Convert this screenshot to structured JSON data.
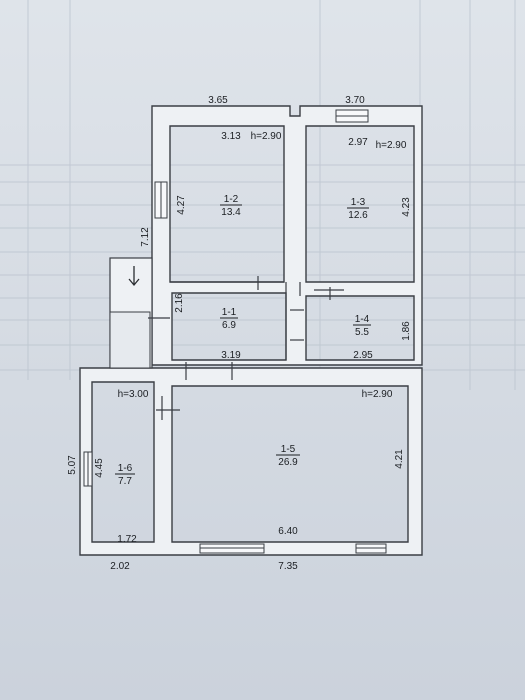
{
  "dimensions": {
    "top_left_width": "3.65",
    "top_right_width": "3.70",
    "room_1_2_top": "3.13",
    "room_1_3_top": "2.97",
    "room_1_2_side": "4.27",
    "room_1_3_side": "4.23",
    "left_tall": "7.12",
    "room_1_1_side": "2.16",
    "room_1_1_bottom": "3.19",
    "room_1_4_side": "1.86",
    "room_1_4_bottom": "2.95",
    "room_1_6_outer": "5.07",
    "room_1_6_inner": "4.45",
    "room_1_5_side": "4.21",
    "room_1_6_bottom": "1.72",
    "room_1_5_bottom": "6.40",
    "overall_left_bottom": "2.02",
    "overall_bottom": "7.35"
  },
  "heights": {
    "room_1_2": "h=2.90",
    "room_1_3": "h=2.90",
    "room_1_6": "h=3.00",
    "room_1_5": "h=2.90"
  },
  "rooms": [
    {
      "code": "1-1",
      "area": "6.9"
    },
    {
      "code": "1-2",
      "area": "13.4"
    },
    {
      "code": "1-3",
      "area": "12.6"
    },
    {
      "code": "1-4",
      "area": "5.5"
    },
    {
      "code": "1-5",
      "area": "26.9"
    },
    {
      "code": "1-6",
      "area": "7.7"
    }
  ],
  "colors": {
    "wall": "#3a3e44",
    "wall_fill": "#eef1f4",
    "paper_bg": "#d8dee6"
  },
  "icons": {
    "entrance": "entrance-arrow-icon"
  }
}
